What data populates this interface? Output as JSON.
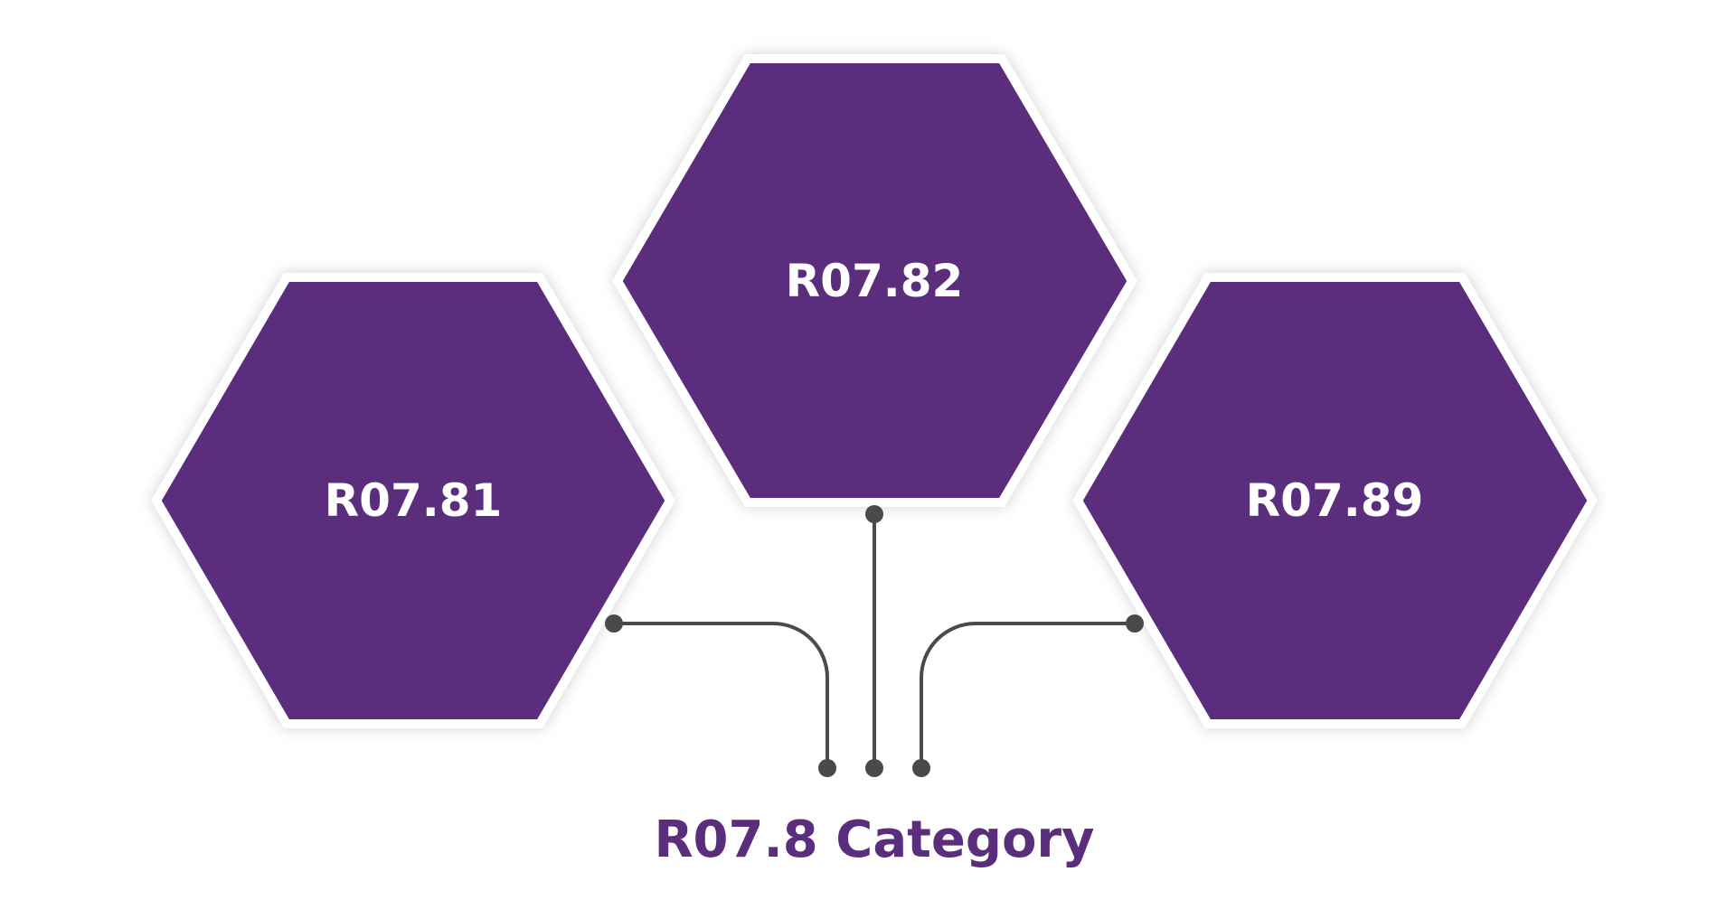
{
  "diagram": {
    "nodes": [
      {
        "id": "left",
        "label": "R07.81"
      },
      {
        "id": "center",
        "label": "R07.82"
      },
      {
        "id": "right",
        "label": "R07.89"
      }
    ],
    "category_label": "R07.8 Category"
  },
  "colors": {
    "hex_fill": "#5a2e7c",
    "hex_border": "#ffffff",
    "connector": "#4a4a4a",
    "category_text": "#5a2e7c"
  }
}
